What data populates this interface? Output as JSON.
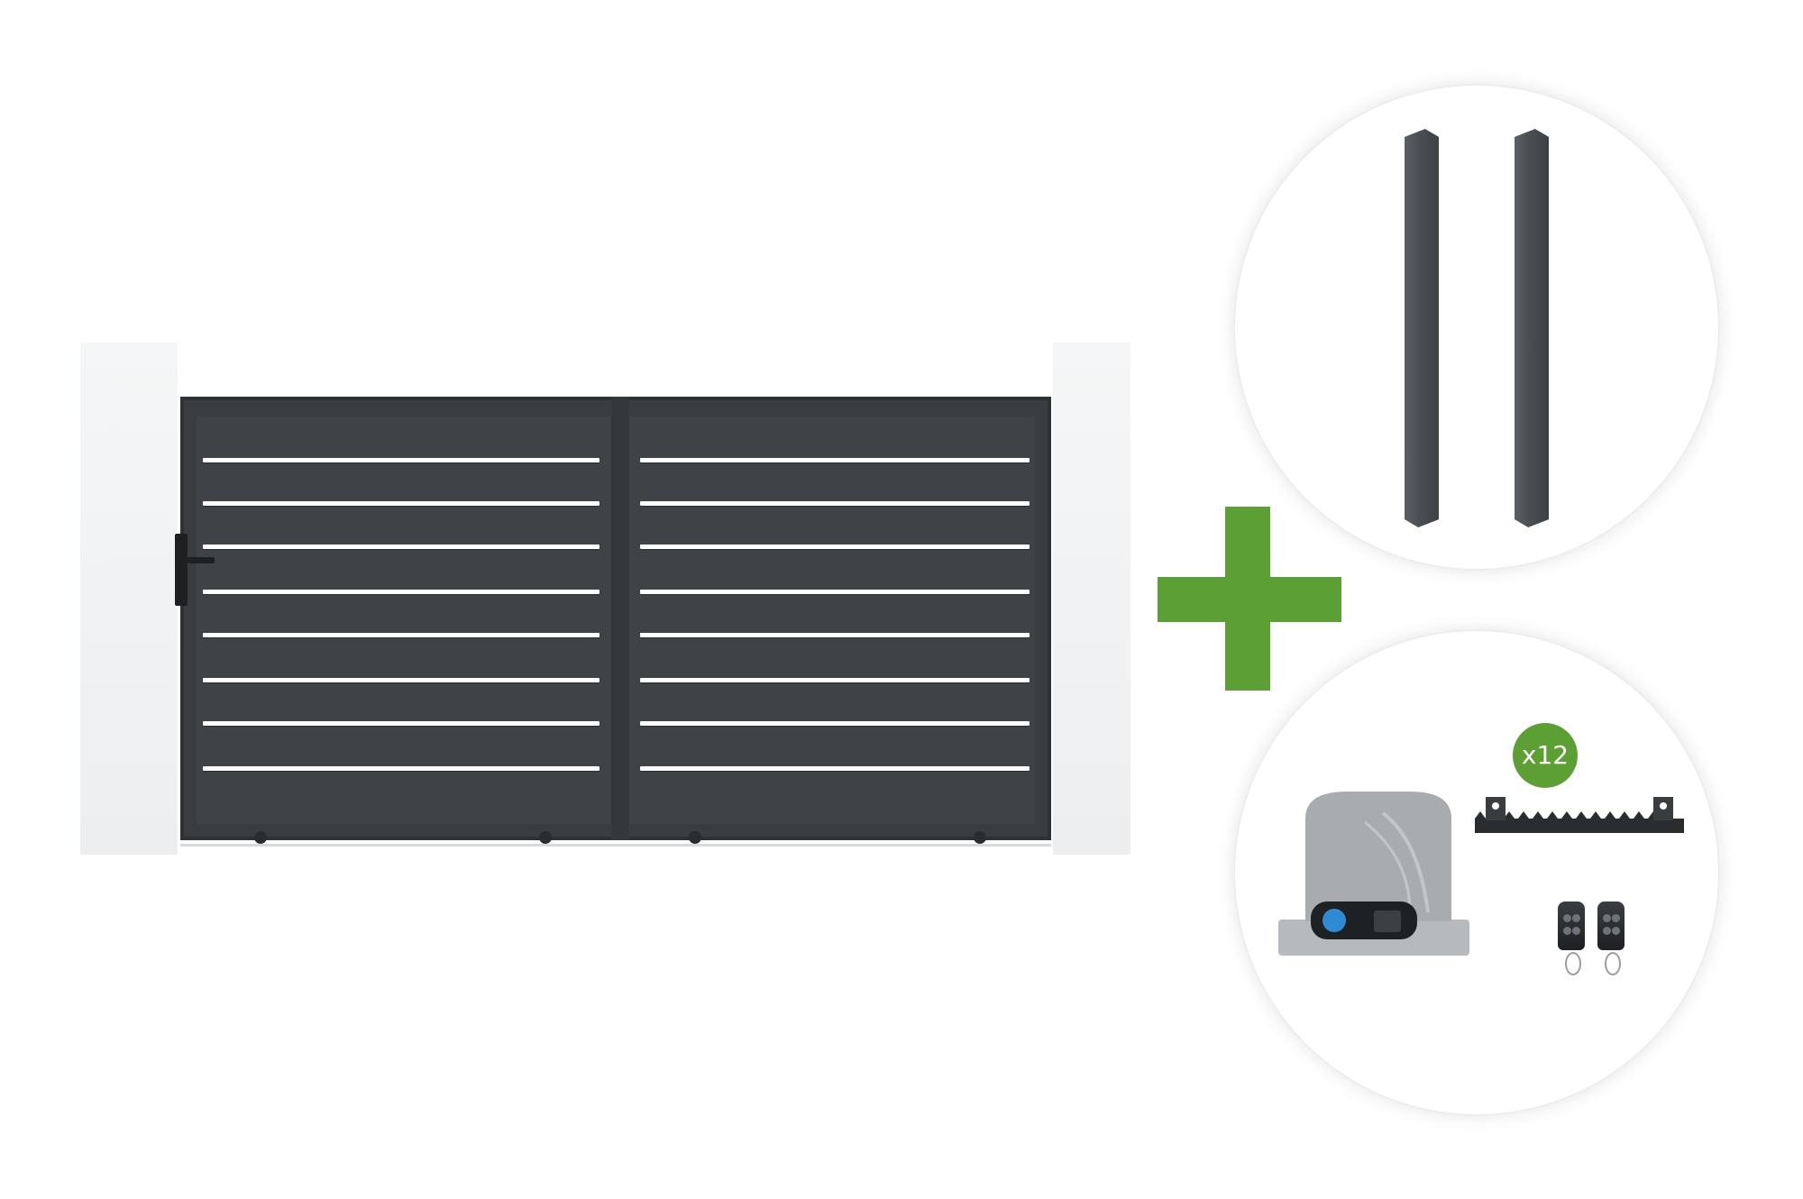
{
  "accessory_badge": {
    "label": "x12"
  },
  "colors": {
    "gate": "#3a3d40",
    "plus": "#5c9f34",
    "badge": "#5c9f34",
    "post": "#4a4e52",
    "motor": "#a9acae"
  },
  "icons": {
    "plus": "plus-icon",
    "gate": "sliding-gate-illustration",
    "posts": "gate-post-pair",
    "motor": "gate-motor-unit",
    "rack": "gear-rack-section",
    "remotes": "remote-control-pair"
  }
}
